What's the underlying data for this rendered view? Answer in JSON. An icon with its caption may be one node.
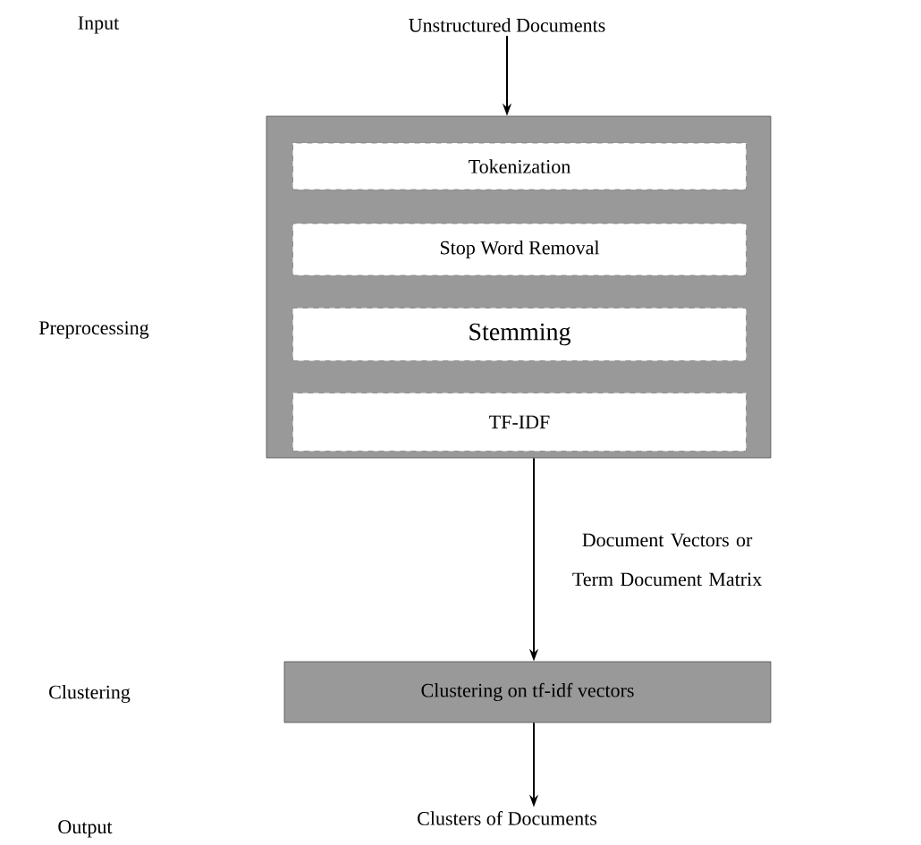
{
  "diagram": {
    "nodes": [
      {
        "text": [
          "Unstructured Documents"
        ]
      },
      {
        "text": [],
        "shape": "box"
      },
      {
        "text": [
          "Tokenization"
        ],
        "in": 1
      },
      {
        "text": [
          "Stop Word Removal"
        ],
        "in": 1
      },
      {
        "text": [
          "Stemming"
        ],
        "in": 1
      },
      {
        "text": [
          "TF-IDF"
        ],
        "in": 1
      },
      {
        "text": [
          "Clustering on tf-idf vectors"
        ]
      },
      {
        "text": [
          "Clusters of Documents"
        ]
      }
    ],
    "edges": [
      {
        "from": 0,
        "to": 1,
        "arrow": "to"
      },
      {
        "from": 1,
        "to": 6,
        "arrow": "to",
        "label": "Document Vectors or Term Document Matrix"
      },
      {
        "from": 6,
        "to": 7,
        "arrow": "to"
      }
    ],
    "labels": [
      "Input",
      "Preprocessing",
      "Clustering",
      "Output"
    ]
  }
}
